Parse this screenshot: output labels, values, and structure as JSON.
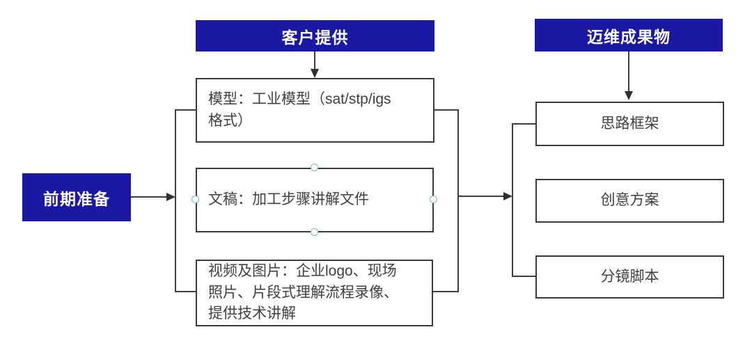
{
  "canvas": {
    "background": "#ffffff",
    "accent_blue": "#1b18a4",
    "box_border_color": "#3a3a3a",
    "connector_color": "#3d3d3d",
    "body_text_color": "#3f3f3f",
    "selection_handle_color": "#7fb5d9"
  },
  "start_node": {
    "label": "前期准备"
  },
  "client_column": {
    "header": "客户提供",
    "boxes": [
      {
        "text": "模型：工业模型（sat/stp/igs\n格式）"
      },
      {
        "text": "文稿：加工步骤讲解文件",
        "selected": true
      },
      {
        "text": "视频及图片：企业logo、现场\n照片、片段式理解流程录像、\n提供技术讲解"
      }
    ]
  },
  "output_column": {
    "header": "迈维成果物",
    "boxes": [
      {
        "text": "思路框架"
      },
      {
        "text": "创意方案"
      },
      {
        "text": "分镜脚本"
      }
    ]
  }
}
